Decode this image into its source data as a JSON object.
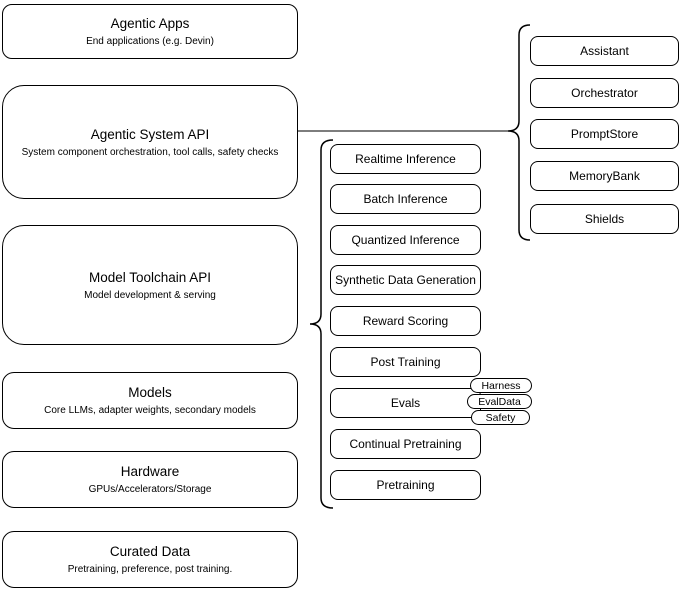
{
  "diagram": {
    "left_stack": [
      {
        "title": "Agentic Apps",
        "subtitle": "End applications (e.g. Devin)"
      },
      {
        "title": "Agentic System API",
        "subtitle": "System component orchestration, tool calls, safety checks"
      },
      {
        "title": "Model Toolchain API",
        "subtitle": "Model development & serving"
      },
      {
        "title": "Models",
        "subtitle": "Core LLMs, adapter weights, secondary models"
      },
      {
        "title": "Hardware",
        "subtitle": "GPUs/Accelerators/Storage"
      },
      {
        "title": "Curated Data",
        "subtitle": "Pretraining, preference, post training."
      }
    ],
    "toolchain_services": [
      {
        "label": "Realtime Inference"
      },
      {
        "label": "Batch Inference"
      },
      {
        "label": "Quantized Inference"
      },
      {
        "label": "Synthetic Data Generation"
      },
      {
        "label": "Reward Scoring"
      },
      {
        "label": "Post Training"
      },
      {
        "label": "Evals"
      },
      {
        "label": "Continual Pretraining"
      },
      {
        "label": "Pretraining"
      }
    ],
    "eval_tags": [
      {
        "label": "Harness"
      },
      {
        "label": "EvalData"
      },
      {
        "label": "Safety"
      }
    ],
    "agentic_components": [
      {
        "label": "Assistant"
      },
      {
        "label": "Orchestrator"
      },
      {
        "label": "PromptStore"
      },
      {
        "label": "MemoryBank"
      },
      {
        "label": "Shields"
      }
    ],
    "colors": {
      "node_border": "#000000",
      "node_fill": "#ffffff",
      "text": "#000000",
      "connector": "#7d7d7d"
    }
  }
}
